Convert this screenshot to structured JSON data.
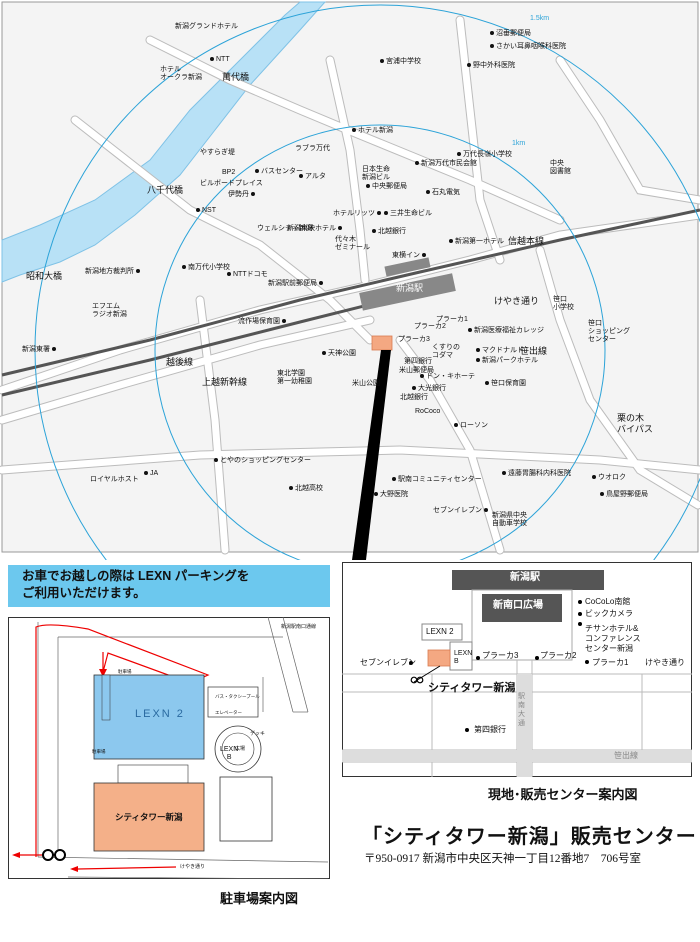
{
  "main_map": {
    "radius_labels": {
      "outer": "1.5km",
      "inner": "1km"
    },
    "area_labels": [
      {
        "id": "bandai-bridge",
        "text": "萬代橋"
      },
      {
        "id": "yachiyo-bridge",
        "text": "八千代橋"
      },
      {
        "id": "showa-bridge",
        "text": "昭和大橋"
      },
      {
        "id": "yasuragi-tei",
        "text": "やすらぎ堤"
      },
      {
        "id": "shinetsu-line",
        "text": "信越本線"
      },
      {
        "id": "echigo-line",
        "text": "越後線"
      },
      {
        "id": "joetsu-shinkansen",
        "text": "上越新幹線"
      },
      {
        "id": "keyaki-dori",
        "text": "けやき通り"
      },
      {
        "id": "sasade-line",
        "text": "笹出線"
      },
      {
        "id": "kurinoki-bypass",
        "text": "栗の木\nバイパス"
      },
      {
        "id": "niigata-station",
        "text": "新潟駅"
      }
    ],
    "landmarks": [
      {
        "id": "grand-hotel",
        "text": "新潟グランドホテル"
      },
      {
        "id": "ntt-1",
        "text": "NTT"
      },
      {
        "id": "hotel-okura",
        "text": "ホテル\nオークラ新潟"
      },
      {
        "id": "numatari-post",
        "text": "沼垂郵便局"
      },
      {
        "id": "sakai-hospital",
        "text": "さかい耳鼻咽喉科医院"
      },
      {
        "id": "miyaura-jhs",
        "text": "宮浦中学校"
      },
      {
        "id": "nakakawa-hospital",
        "text": "野中外科医院"
      },
      {
        "id": "hotel-niigata",
        "text": "ホテル新潟"
      },
      {
        "id": "bandai-es",
        "text": "万代長嶺小学校"
      },
      {
        "id": "chuo-library",
        "text": "中央\n図書館"
      },
      {
        "id": "love-bandai",
        "text": "ラブラ万代"
      },
      {
        "id": "bp2",
        "text": "BP2"
      },
      {
        "id": "bus-center",
        "text": "バスセンター"
      },
      {
        "id": "arta",
        "text": "アルタ"
      },
      {
        "id": "billboard",
        "text": "ビルボードプレイス"
      },
      {
        "id": "nissei",
        "text": "日本生命\n新潟ビル"
      },
      {
        "id": "bandai-citizen",
        "text": "新潟万代市民会館"
      },
      {
        "id": "chuo-post",
        "text": "中央郵便局"
      },
      {
        "id": "ishikawa",
        "text": "石丸電気"
      },
      {
        "id": "isetan",
        "text": "伊勢丹"
      },
      {
        "id": "nst",
        "text": "NST"
      },
      {
        "id": "hotel-ritz",
        "text": "ホテルリッツ"
      },
      {
        "id": "sumitomo",
        "text": "三井生命ビル"
      },
      {
        "id": "tokyu-hotel",
        "text": "新潟東映ホテル"
      },
      {
        "id": "hokuetsu-bank",
        "text": "北越銀行"
      },
      {
        "id": "yoyogi",
        "text": "代々木\nゼミナール"
      },
      {
        "id": "westin",
        "text": "ウェルシティ新潟"
      },
      {
        "id": "toyoko-inn",
        "text": "東横イン"
      },
      {
        "id": "niigata-daiichi",
        "text": "新潟第一ホテル"
      },
      {
        "id": "minami-es",
        "text": "南万代小学校"
      },
      {
        "id": "ntt-docomo",
        "text": "NTTドコモ"
      },
      {
        "id": "chiho-court",
        "text": "新潟地方裁判所"
      },
      {
        "id": "ekimae-post",
        "text": "新潟駅前郵便局"
      },
      {
        "id": "fm-radio",
        "text": "エフエム\nラジオ新潟"
      },
      {
        "id": "nishi-police",
        "text": "新潟東署"
      },
      {
        "id": "hoken-center",
        "text": "流作場保育園"
      },
      {
        "id": "plaka1",
        "text": "プラーカ1"
      },
      {
        "id": "plaka2",
        "text": "プラーカ2"
      },
      {
        "id": "plaka3",
        "text": "プラーカ3"
      },
      {
        "id": "iryo-college",
        "text": "新潟医療福祉カレッジ"
      },
      {
        "id": "sasaguchi-es",
        "text": "笹口\n小学校"
      },
      {
        "id": "sasaguchi-center",
        "text": "笹口\nショッピング\nセンター"
      },
      {
        "id": "kusuri",
        "text": "くすりの\nコダマ"
      },
      {
        "id": "mcdonalds",
        "text": "マクドナルド"
      },
      {
        "id": "park-hotel",
        "text": "新潟パークホテル"
      },
      {
        "id": "tenjin-park",
        "text": "天神公園"
      },
      {
        "id": "higashi-gakuen",
        "text": "東北学園\n第一幼稚園"
      },
      {
        "id": "daishi-bank",
        "text": "第四銀行"
      },
      {
        "id": "yoneyama-park",
        "text": "米山公園"
      },
      {
        "id": "yoneyama-post",
        "text": "米山郵便局"
      },
      {
        "id": "donki",
        "text": "ドン・キホーテ"
      },
      {
        "id": "sasaguchi-nursery",
        "text": "笹口保育園"
      },
      {
        "id": "taiko-bank",
        "text": "大光銀行"
      },
      {
        "id": "hokuetsu-bank2",
        "text": "北越銀行"
      },
      {
        "id": "rococo",
        "text": "RoCoco"
      },
      {
        "id": "lawson",
        "text": "ローソン"
      },
      {
        "id": "jaedo",
        "text": "とやのショッピングセンター"
      },
      {
        "id": "ja",
        "text": "JA"
      },
      {
        "id": "royal-host",
        "text": "ロイヤルホスト"
      },
      {
        "id": "ekinan-center",
        "text": "駅南コミュニティセンター"
      },
      {
        "id": "endo-hospital",
        "text": "遠藤胃腸科内科医院"
      },
      {
        "id": "uoroku",
        "text": "ウオロク"
      },
      {
        "id": "kamiyama-post",
        "text": "鳥屋野郵便局"
      },
      {
        "id": "hokuetsu-hs",
        "text": "北越高校"
      },
      {
        "id": "ohno-hospital",
        "text": "大野医院"
      },
      {
        "id": "seven-eleven",
        "text": "セブンイレブン"
      },
      {
        "id": "chuo-jidosha",
        "text": "新潟県中央\n自動車学校"
      }
    ]
  },
  "parking_panel": {
    "banner_line1": "お車でお越しの際は LEXN パーキングを",
    "banner_line2": "ご利用いただけます。",
    "lexn2": "LEXN 2",
    "lexnb": "LEXN\nB",
    "city_tower": "シティタワー新潟",
    "small_labels": {
      "road_top": "新潟駅南口通線",
      "keyaki": "けやき通り",
      "entrance": "駐車場",
      "exit": "駐車場",
      "elevator": "エレベーター",
      "deck": "デッキ",
      "plaza": "広場",
      "bus": "バス・タクシープール"
    },
    "caption": "駐車場案内図"
  },
  "site_panel": {
    "station": "新潟駅",
    "plaza": "新南口広場",
    "lexn2": "LEXN 2",
    "lexnb": "LEXN\nB",
    "city_tower": "シティタワー新潟",
    "seven": "セブンイレブン",
    "plaka3": "プラーカ3",
    "plaka2": "プラーカ2",
    "plaka1": "プラーカ1",
    "keyaki": "けやき通り",
    "cocolo": "CoCoLo南館",
    "bic": "ビックカメラ",
    "chisan": "チサンホテル&\nコンファレンス\nセンター新潟",
    "daishi": "第四銀行",
    "sasade": "笹出線",
    "road_v": "駅南大通",
    "caption": "現地･販売センター案内図"
  },
  "sales": {
    "title": "「シティタワー新潟」販売センター",
    "address": "〒950-0917 新潟市中央区天神一丁目12番地7　706号室"
  }
}
